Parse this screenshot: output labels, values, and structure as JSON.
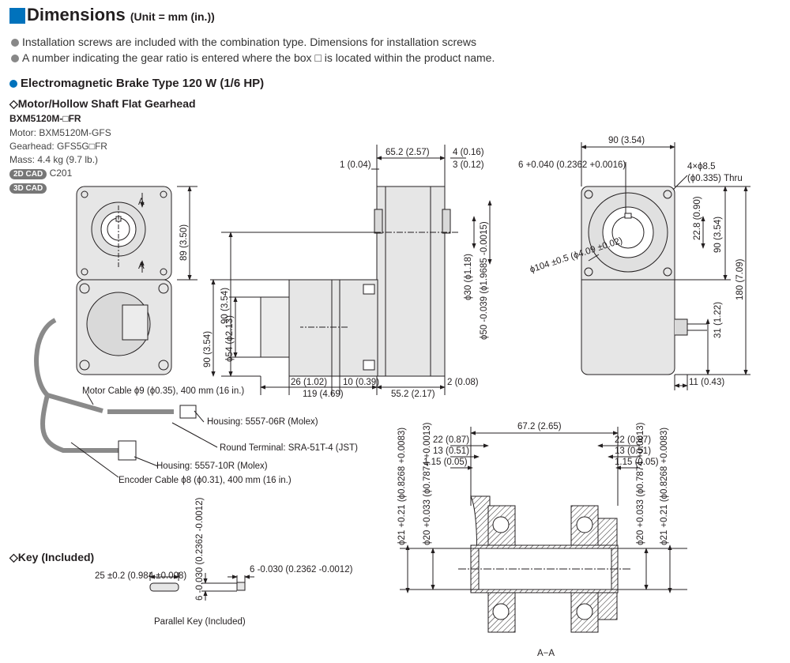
{
  "header": {
    "title": "Dimensions",
    "unit": "(Unit = mm (in.))"
  },
  "notes": [
    "Installation screws are included with the combination type. Dimensions for installation screws",
    "A number indicating the gear ratio is entered where the box □ is located within the product name."
  ],
  "section": {
    "title": "Electromagnetic Brake Type  120 W (1/6 HP)",
    "subtitle": "◇Motor/Hollow Shaft Flat Gearhead"
  },
  "product": {
    "model": "BXM5120M-□FR",
    "motor": "Motor: BXM5120M-GFS",
    "gearhead": "Gearhead: GFS5G□FR",
    "mass": "Mass: 4.4 kg (9.7 lb.)",
    "cad2d": "2D CAD",
    "cad2d_code": "C201",
    "cad3d": "3D CAD"
  },
  "key_section": {
    "title": "◇Key (Included)",
    "caption": "Parallel Key (Included)"
  },
  "section_label": "A−A",
  "colors": {
    "accent": "#0072bc",
    "body": "#e6e6e6",
    "line": "#231f20"
  },
  "labels": {
    "motor_cable": "Motor Cable ϕ9 (ϕ0.35), 400 mm (16 in.)",
    "housing_6": "Housing: 5557-06R (Molex)",
    "round_terminal": "Round Terminal: SRA-51T-4 (JST)",
    "housing_10": "Housing: 5557-10R (Molex)",
    "encoder_cable": "Encoder Cable ϕ8 (ϕ0.31), 400 mm (16 in.)",
    "thru": "(ϕ0.335) Thru",
    "four_holes": "4×ϕ8.5",
    "view_a": "A"
  },
  "dims": {
    "front_89": "89 (3.50)",
    "side_65": "65.2 (2.57)",
    "side_4": "4 (0.16)",
    "side_1": "1 (0.04)",
    "side_3": "3 (0.12)",
    "side_90v": "90 (3.54)",
    "side_90l": "90 (3.54)",
    "side_54": "ϕ54 (ϕ2.13)",
    "side_30": "ϕ30 (ϕ1.18)",
    "side_50": "ϕ50 -0.039 (ϕ1.9685 -0.0015)",
    "side_26": "26 (1.02)",
    "side_10": "10 (0.39)",
    "side_2": "2 (0.08)",
    "side_119": "119 (4.69)",
    "side_55": "55.2 (2.17)",
    "right_90": "90 (3.54)",
    "right_6": "6 +0.040 (0.2362 +0.0016)",
    "right_228": "22.8 (0.90)",
    "right_90v": "90 (3.54)",
    "right_180": "180 (7.09)",
    "right_104": "ϕ104 ±0.5 (ϕ4.09 ±0.02)",
    "right_31": "31 (1.22)",
    "right_11": "11 (0.43)",
    "sec_672": "67.2 (2.65)",
    "sec_22": "22 (0.87)",
    "sec_13": "13 (0.51)",
    "sec_115": "1.15 (0.05)",
    "sec_21": "ϕ21 +0.21 (ϕ0.8268 +0.0083)",
    "sec_20": "ϕ20 +0.033 (ϕ0.7874 +0.0013)",
    "key_25": "25 ±0.2 (0.984 ±0.008)",
    "key_6v": "6 -0.030 (0.2362 -0.0012)",
    "key_6h": "6 -0.030 (0.2362 -0.0012)"
  }
}
